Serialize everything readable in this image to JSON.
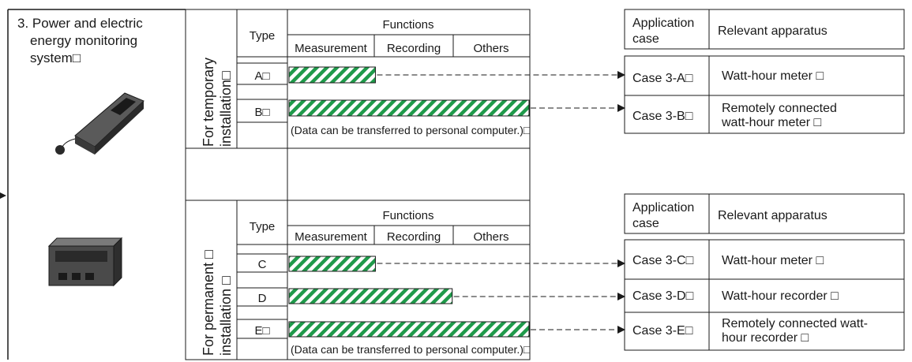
{
  "system_title_lines": [
    "3. Power and electric",
    "energy monitoring",
    "system□"
  ],
  "temporary": {
    "installation_lines": [
      "For temporary",
      "installation□"
    ],
    "type_header": "Type",
    "functions_header": "Functions",
    "function_cols": [
      "Measurement",
      "Recording",
      "Others"
    ],
    "rows": [
      {
        "label": "A□",
        "coverage": 0.36,
        "case": "Case 3-A□",
        "apparatus": [
          "Watt-hour meter □"
        ]
      },
      {
        "label": "B□",
        "coverage": 1.0,
        "case": "Case 3-B□",
        "apparatus": [
          "Remotely connected",
          "watt-hour meter □"
        ]
      }
    ],
    "note": "(Data can be transferred to personal computer.)□"
  },
  "permanent": {
    "installation_lines": [
      "For permanent □",
      "installation □"
    ],
    "type_header": "Type",
    "functions_header": "Functions",
    "function_cols": [
      "Measurement",
      "Recording",
      "Others"
    ],
    "rows": [
      {
        "label": "C",
        "coverage": 0.36,
        "case": "Case 3-C□",
        "apparatus": [
          "Watt-hour meter □"
        ]
      },
      {
        "label": "D",
        "coverage": 0.68,
        "case": "Case 3-D□",
        "apparatus": [
          "Watt-hour recorder □"
        ]
      },
      {
        "label": "E□",
        "coverage": 1.0,
        "case": "Case 3-E□",
        "apparatus": [
          "Remotely connected watt-",
          "hour recorder □"
        ]
      }
    ],
    "note": "(Data can be transferred to personal computer.)□"
  },
  "application_header": {
    "case_lines": [
      "Application",
      "case"
    ],
    "apparatus": "Relevant apparatus"
  },
  "colors": {
    "hatch": "#1f9a4a",
    "line": "#1a1a1a",
    "device": "#3a3a3a"
  },
  "icons": {
    "portable_device": "portable-meter-icon",
    "fixed_device": "panel-recorder-icon"
  }
}
